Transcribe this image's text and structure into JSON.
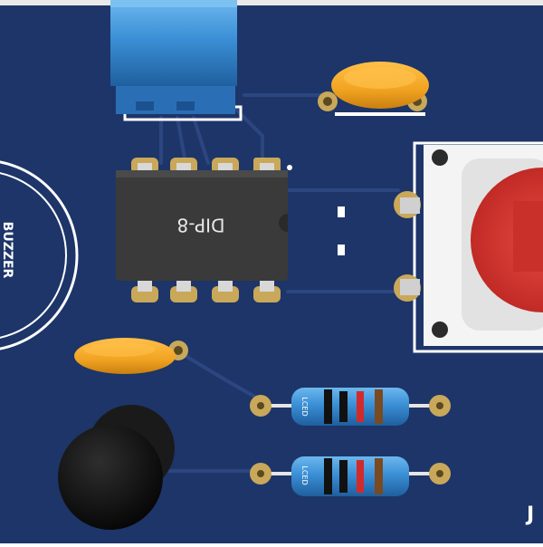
{
  "board": {
    "color_substrate": "#1d3568",
    "color_trace": "#2c4680",
    "color_silkscreen": "#ffffff",
    "color_pad": "#c9a85a"
  },
  "labels": {
    "buzzer": "BUZZER",
    "ic": "DIP-8",
    "resistor_text_1": "LCED",
    "resistor_text_2": "LCED",
    "connector": "J"
  },
  "components": {
    "trimmer_color": "#3f94d8",
    "capacitor_color": "#f1a321",
    "pushbutton_cap_color": "#dd3b35",
    "ic_color": "#3a3a3a",
    "transistor_color": "#101010",
    "resistor_body_color": "#3a8fd6"
  }
}
